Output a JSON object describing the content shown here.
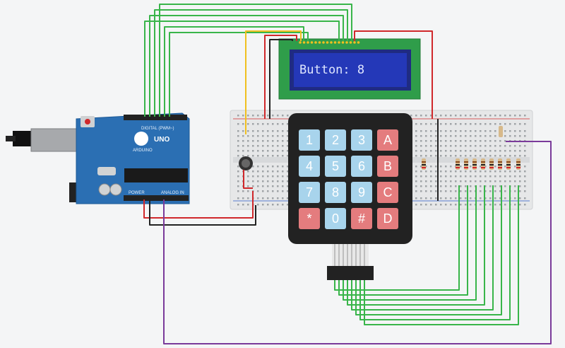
{
  "lcd": {
    "text": "Button: 8"
  },
  "arduino": {
    "brand": "ARDUINO",
    "model": "UNO",
    "digital_label": "DIGITAL (PWM~)",
    "power_label": "POWER",
    "analog_label": "ANALOG IN"
  },
  "keypad": {
    "keys": [
      "1",
      "2",
      "3",
      "A",
      "4",
      "5",
      "6",
      "B",
      "7",
      "8",
      "9",
      "C",
      "*",
      "0",
      "#",
      "D"
    ]
  },
  "colors": {
    "background": "#f4f5f6",
    "wire_green": "#39b54a",
    "wire_red": "#d0282b",
    "wire_black": "#222222",
    "wire_purple": "#7a3a9a",
    "wire_yellow": "#f0c020",
    "arduino": "#2b6fb3",
    "lcd_board": "#2f9d4a",
    "lcd_screen": "#2438b8",
    "keypad_body": "#222222",
    "key_blue": "#a8d4ec",
    "key_red": "#e47c7e"
  }
}
